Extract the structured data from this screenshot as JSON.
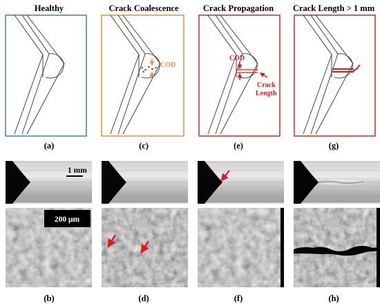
{
  "stages": [
    {
      "id": "healthy",
      "title": "Healthy",
      "diagram_label": "(a)",
      "photo_label": "(b)",
      "frame_color": "#4a78c8"
    },
    {
      "id": "coalescence",
      "title": "Crack Coalescence",
      "diagram_label": "(c)",
      "photo_label": "(d)",
      "frame_color": "#e8913a"
    },
    {
      "id": "propagation",
      "title": "Crack Propagation",
      "diagram_label": "(e)",
      "photo_label": "(f)",
      "frame_color": "#d9262b"
    },
    {
      "id": "length",
      "title": "Crack Length > 1 mm",
      "diagram_label": "(g)",
      "photo_label": "(h)",
      "frame_color": "#d9262b"
    }
  ],
  "annotations": {
    "cod_c": "COD",
    "cod_e": "COD",
    "crack_length_line1": "Crack",
    "crack_length_line2": "Length"
  },
  "scale_bars": {
    "macro": "1 mm",
    "micro": "200 μm"
  },
  "colors": {
    "orange_annotation": "#e8913a",
    "red_annotation": "#e0191f",
    "outline": "#333333"
  }
}
